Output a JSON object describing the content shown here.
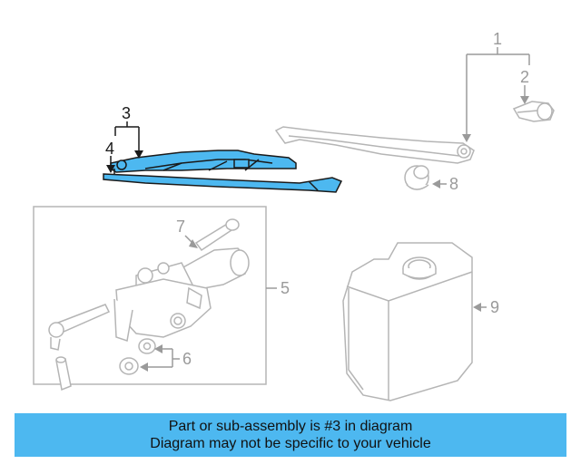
{
  "diagram": {
    "callouts": {
      "c1": "1",
      "c2": "2",
      "c3": "3",
      "c4": "4",
      "c5": "5",
      "c6": "6",
      "c7": "7",
      "c8": "8",
      "c9": "9"
    },
    "highlight_color": "#4db8f0",
    "part_line_color": "#b5b5b5",
    "highlight_outline_color": "#1a1a1a"
  },
  "banner": {
    "line1": "Part or sub-assembly is #3 in diagram",
    "line2": "Diagram may not be specific to your vehicle",
    "background": "#4db8f0"
  }
}
